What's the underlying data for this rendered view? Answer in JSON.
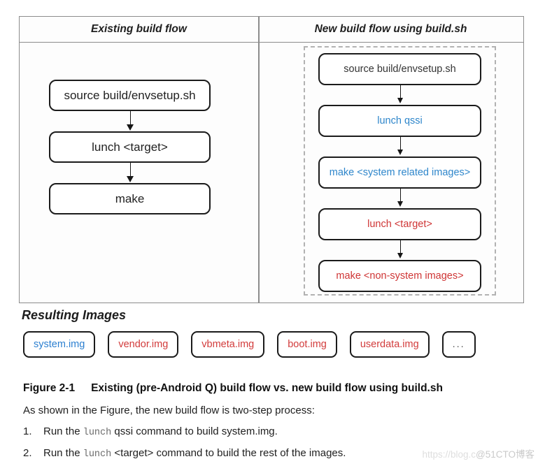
{
  "diagram": {
    "headers": {
      "left": "Existing build flow",
      "right": "New build flow using build.sh"
    },
    "existing_flow": [
      {
        "label": "source build/envsetup.sh"
      },
      {
        "label": "lunch <target>"
      },
      {
        "label": "make"
      }
    ],
    "new_flow": [
      {
        "label": "source build/envsetup.sh",
        "color": "#333333"
      },
      {
        "label": "lunch qssi",
        "color": "#2e86cb"
      },
      {
        "label": "make <system related images>",
        "color": "#2e86cb"
      },
      {
        "label": "lunch <target>",
        "color": "#cf3535"
      },
      {
        "label": "make <non-system images>",
        "color": "#cf3535"
      }
    ]
  },
  "resulting_images": {
    "heading": "Resulting Images",
    "items": [
      {
        "label": "system.img",
        "color": "#2b7fd0"
      },
      {
        "label": "vendor.img",
        "color": "#d23b3b"
      },
      {
        "label": "vbmeta.img",
        "color": "#d23b3b"
      },
      {
        "label": "boot.img",
        "color": "#d23b3b"
      },
      {
        "label": "userdata.img",
        "color": "#d23b3b"
      },
      {
        "label": "...",
        "color": "#555555"
      }
    ]
  },
  "caption": {
    "label": "Figure 2-1",
    "title": "Existing (pre-Android Q) build flow vs. new build flow using build.sh"
  },
  "body_text": {
    "intro": "As shown in the Figure, the new build flow is two-step process:",
    "steps": [
      {
        "number": "1.",
        "pre": "Run the ",
        "code": "lunch",
        "post": " qssi command to build system.img."
      },
      {
        "number": "2.",
        "pre": "Run the ",
        "code": "lunch",
        "post": " <target> command to build the rest of the images."
      }
    ]
  },
  "watermark": {
    "url_part": "https://blog.c",
    "badge_part": "@51CTO博客"
  },
  "colors": {
    "accent_blue": "#2e86cb",
    "accent_red": "#cf3535",
    "table_border": "#8c8c8c",
    "box_border": "#1b1b1b"
  }
}
